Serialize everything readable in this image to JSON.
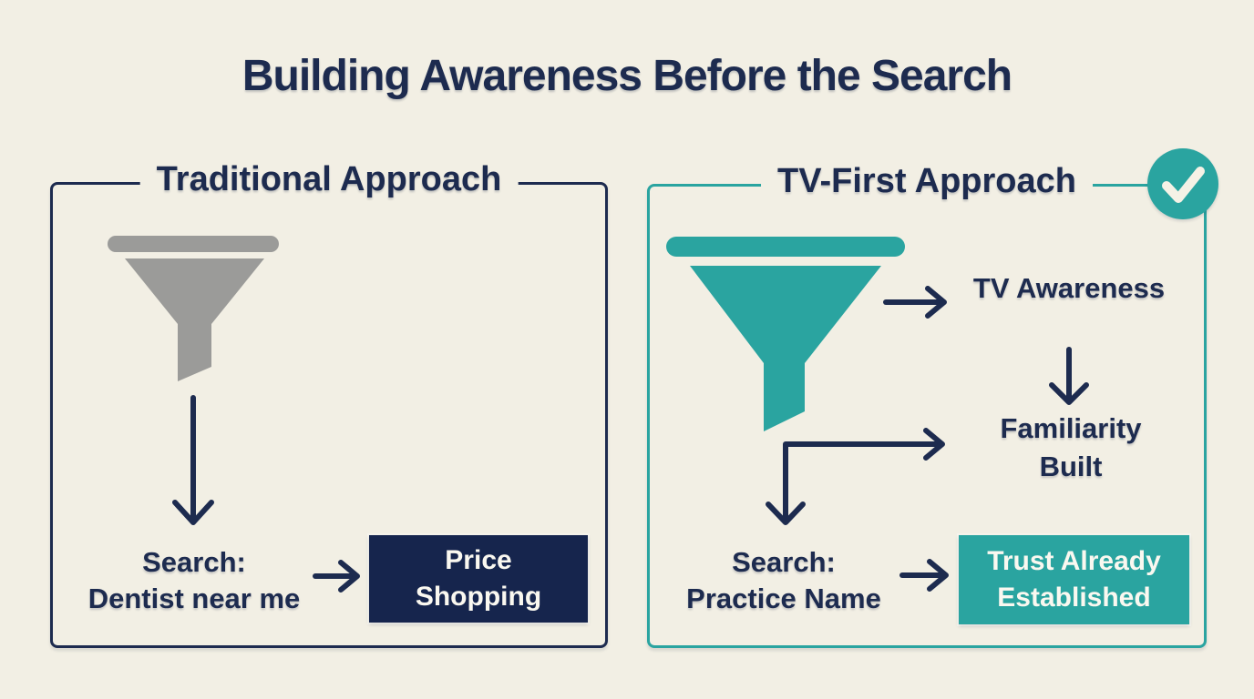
{
  "page": {
    "title": "Building Awareness Before the Search"
  },
  "colors": {
    "navy": "#1d2b4f",
    "teal": "#2aa4a0",
    "gray": "#9b9b99",
    "cream": "#f2efe4",
    "box_navy": "#16254d",
    "white": "#faf8f0"
  },
  "left_panel": {
    "title": "Traditional Approach",
    "funnel_icon": "gray-funnel-icon",
    "search_line1": "Search:",
    "search_line2": "Dentist near me",
    "outcome": "Price Shopping"
  },
  "right_panel": {
    "title": "TV-First Approach",
    "badge_icon": "checkmark-icon",
    "funnel_icon": "teal-funnel-icon",
    "step_awareness": "TV Awareness",
    "step_familiarity": "Familiarity Built",
    "search_line1": "Search:",
    "search_line2": "Practice Name",
    "outcome": "Trust Already Established"
  }
}
